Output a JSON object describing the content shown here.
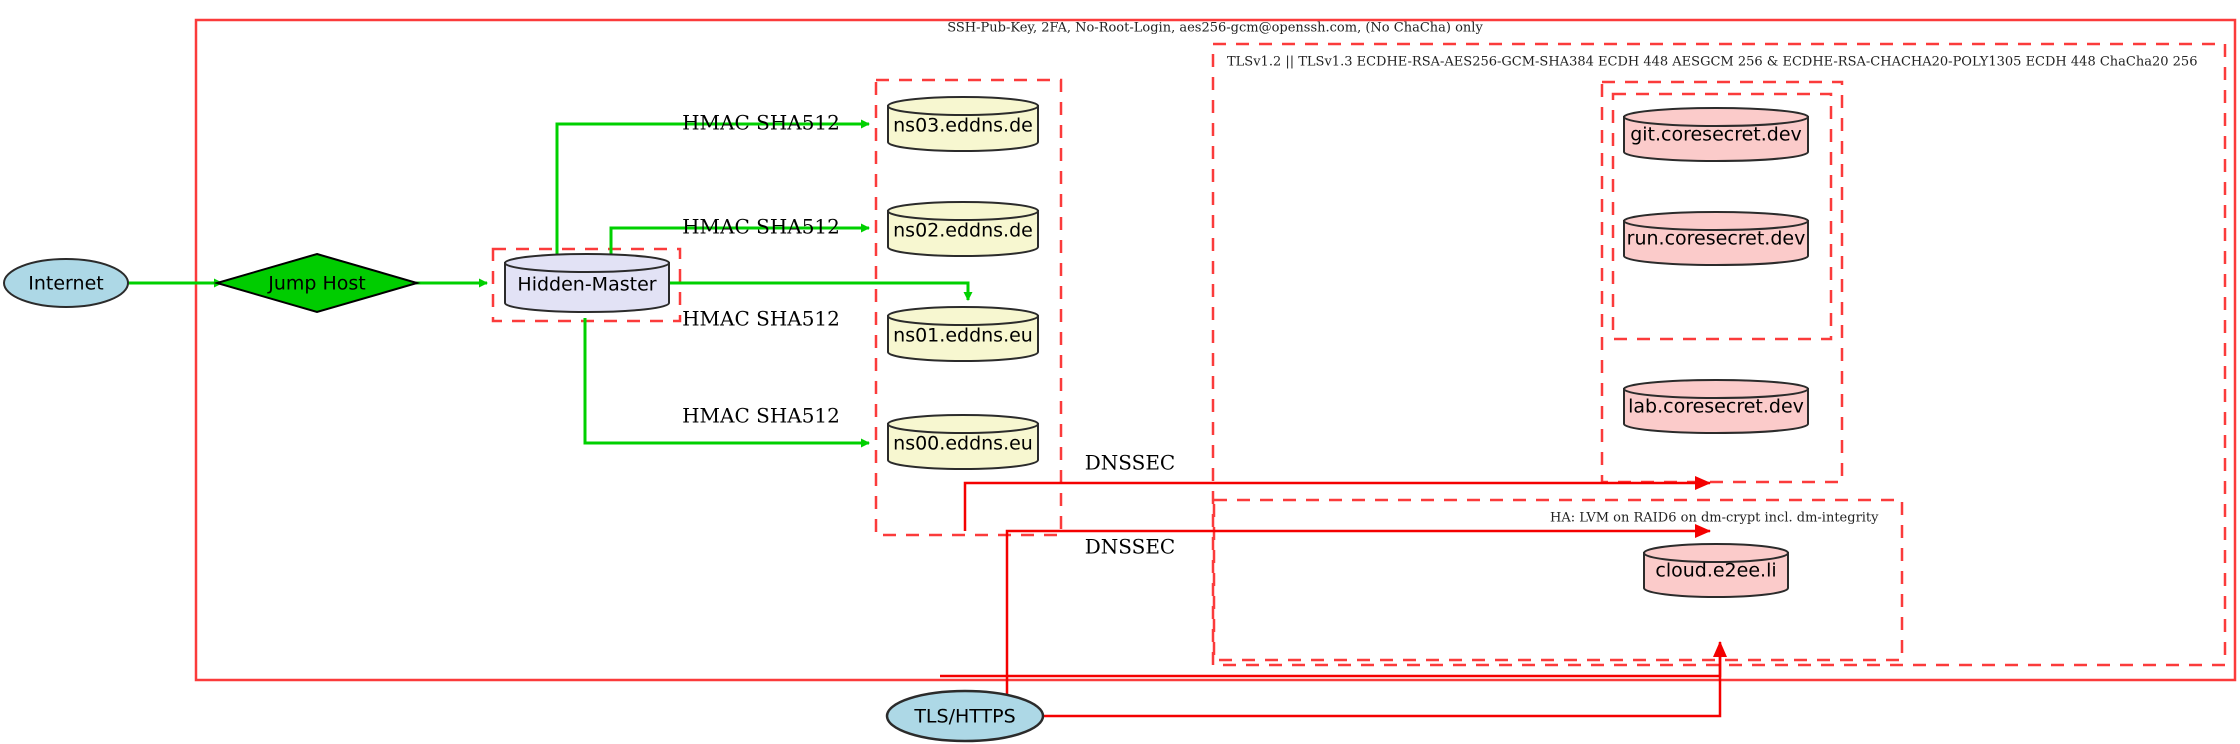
{
  "diagram": {
    "title_hidden": "",
    "colors": {
      "boundary_red": "#fb3b3b",
      "edge_green": "#00d000",
      "edge_red": "#f40000",
      "cloud_fill": "#add8e6",
      "decision_fill": "#00cc00",
      "master_fill": "#e2e2f5",
      "dns_fill": "#f7f7d0",
      "service_fill": "#fbcbca",
      "stroke_dark": "#2b2b2b"
    },
    "boundaries": [
      {
        "id": "ssh-zone",
        "label": "SSH-Pub-Key, 2FA, No-Root-Login, aes256-gcm@openssh.com, (No ChaCha) only",
        "style": "solid"
      },
      {
        "id": "tls-zone",
        "label": "TLSv1.2 || TLSv1.3 ECDHE-RSA-AES256-GCM-SHA384 ECDH 448 AESGCM 256 & ECDHE-RSA-CHACHA20-POLY1305 ECDH 448 ChaCha20 256",
        "style": "dashed"
      },
      {
        "id": "ha-zone",
        "label": "HA: LVM on RAID6 on dm-crypt incl. dm-integrity",
        "style": "dashed"
      },
      {
        "id": "hidden-master-zone",
        "label": "",
        "style": "dashed"
      },
      {
        "id": "dns-zone",
        "label": "",
        "style": "dashed"
      },
      {
        "id": "coresecret-outer-zone",
        "label": "",
        "style": "dashed"
      },
      {
        "id": "coresecret-inner-zone",
        "label": "",
        "style": "dashed"
      }
    ],
    "nodes": [
      {
        "id": "internet",
        "label": "Internet",
        "shape": "ellipse",
        "fill": "#add8e6"
      },
      {
        "id": "jumphost",
        "label": "Jump Host",
        "shape": "diamond",
        "fill": "#00cc00"
      },
      {
        "id": "master",
        "label": "Hidden-Master",
        "shape": "cylinder",
        "fill": "#e2e2f5"
      },
      {
        "id": "ns03",
        "label": "ns03.eddns.de",
        "shape": "cylinder",
        "fill": "#f7f7d0"
      },
      {
        "id": "ns02",
        "label": "ns02.eddns.de",
        "shape": "cylinder",
        "fill": "#f7f7d0"
      },
      {
        "id": "ns01",
        "label": "ns01.eddns.eu",
        "shape": "cylinder",
        "fill": "#f7f7d0"
      },
      {
        "id": "ns00",
        "label": "ns00.eddns.eu",
        "shape": "cylinder",
        "fill": "#f7f7d0"
      },
      {
        "id": "git",
        "label": "git.coresecret.dev",
        "shape": "cylinder",
        "fill": "#fbcbca"
      },
      {
        "id": "run",
        "label": "run.coresecret.dev",
        "shape": "cylinder",
        "fill": "#fbcbca"
      },
      {
        "id": "lab",
        "label": "lab.coresecret.dev",
        "shape": "cylinder",
        "fill": "#fbcbca"
      },
      {
        "id": "cloud",
        "label": "cloud.e2ee.li",
        "shape": "cylinder",
        "fill": "#fbcbca"
      },
      {
        "id": "tlshttps",
        "label": "TLS/HTTPS",
        "shape": "ellipse",
        "fill": "#add8e6"
      }
    ],
    "edge_labels": {
      "hmac": "HMAC SHA512",
      "dnssec": "DNSSEC"
    },
    "edges": [
      {
        "from": "internet",
        "to": "jumphost",
        "label": "",
        "color": "green"
      },
      {
        "from": "jumphost",
        "to": "master",
        "label": "",
        "color": "green"
      },
      {
        "from": "master",
        "to": "ns03",
        "label": "HMAC SHA512",
        "color": "green"
      },
      {
        "from": "master",
        "to": "ns02",
        "label": "HMAC SHA512",
        "color": "green"
      },
      {
        "from": "master",
        "to": "ns01",
        "label": "HMAC SHA512",
        "color": "green"
      },
      {
        "from": "master",
        "to": "ns00",
        "label": "HMAC SHA512",
        "color": "green"
      },
      {
        "from": "dns-zone",
        "to": "coresecret-outer-zone",
        "label": "DNSSEC",
        "color": "red"
      },
      {
        "from": "dns-zone",
        "to": "ha-zone",
        "label": "DNSSEC",
        "color": "red"
      },
      {
        "from": "tlshttps",
        "to": "coresecret-outer-zone",
        "label": "",
        "color": "red"
      },
      {
        "from": "tlshttps",
        "to": "ha-zone",
        "label": "",
        "color": "red"
      }
    ]
  }
}
